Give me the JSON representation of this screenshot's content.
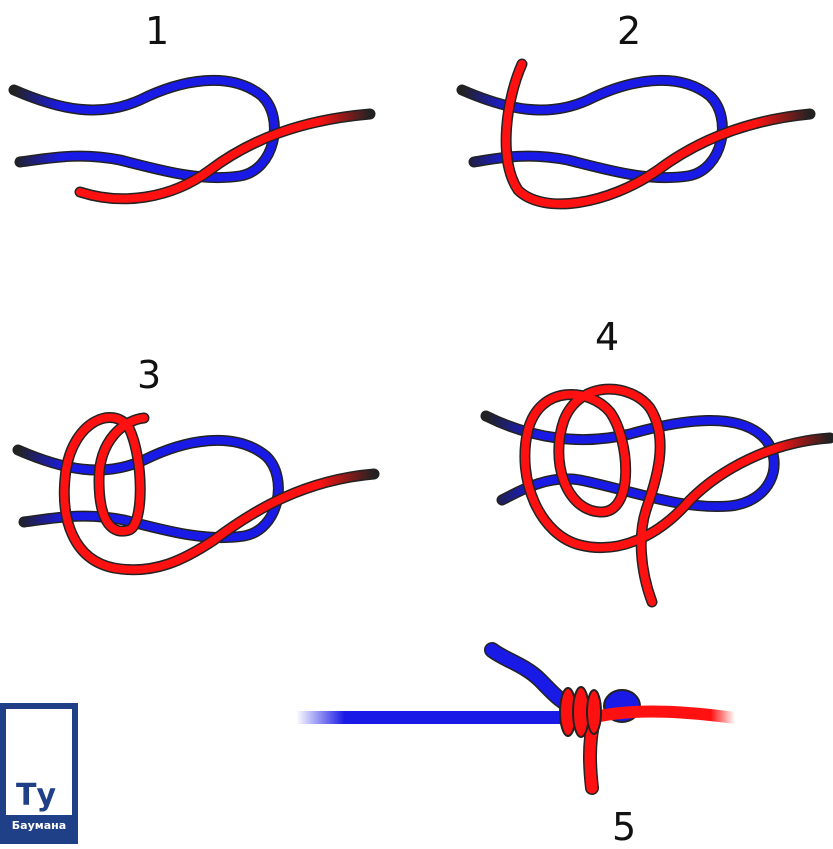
{
  "steps": [
    {
      "label": "1"
    },
    {
      "label": "2"
    },
    {
      "label": "3"
    },
    {
      "label": "4"
    },
    {
      "label": "5"
    }
  ],
  "logo": {
    "monogram": "Ту",
    "caption": "Баумана"
  },
  "colors": {
    "rope_blue": "#1a1ae6",
    "rope_red": "#ff1111",
    "outline": "#222222",
    "logo_blue": "#1f3f86"
  }
}
